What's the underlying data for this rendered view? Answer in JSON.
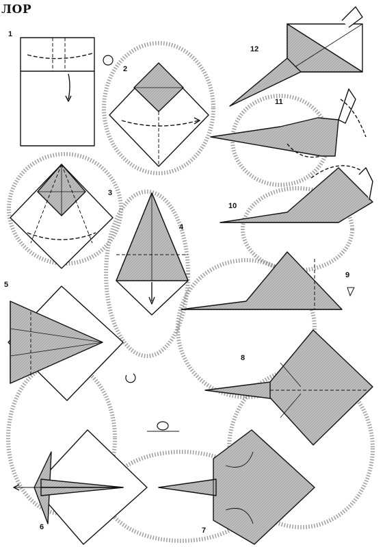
{
  "title": "ЛОР",
  "steps": [
    {
      "label": "1"
    },
    {
      "label": "2"
    },
    {
      "label": "3"
    },
    {
      "label": "4"
    },
    {
      "label": "5"
    },
    {
      "label": "6"
    },
    {
      "label": "7"
    },
    {
      "label": "8"
    },
    {
      "label": "9"
    },
    {
      "label": "10"
    },
    {
      "label": "11"
    },
    {
      "label": "12"
    }
  ],
  "colors": {
    "paper": "#ffffff",
    "shade": "#b8b8b8",
    "shade_dark": "#8e8e8e",
    "ink": "#111111"
  }
}
